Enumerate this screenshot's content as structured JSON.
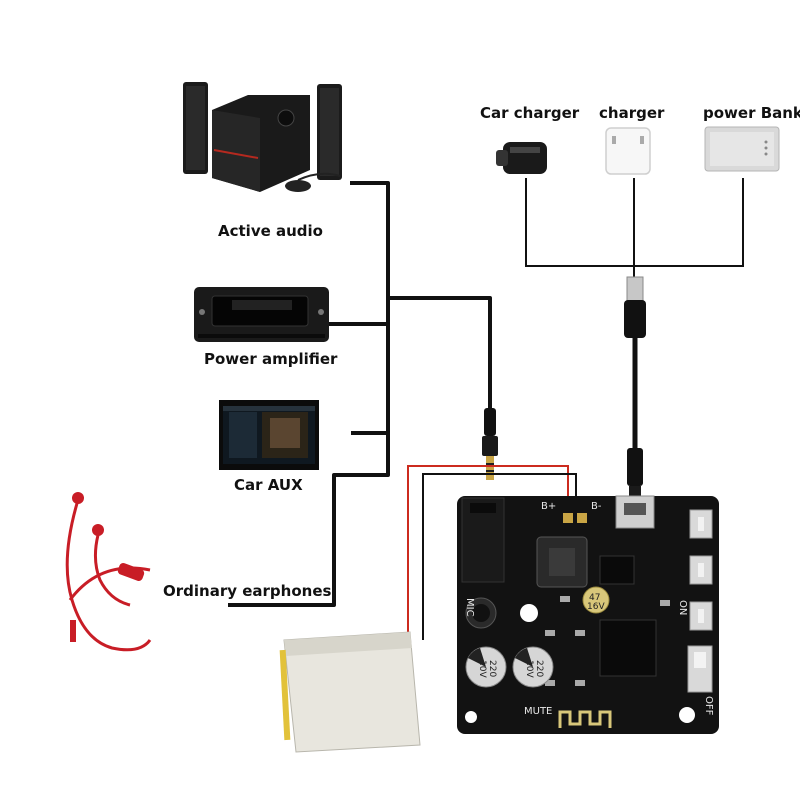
{
  "devices": {
    "active_audio": "Active audio",
    "power_amplifier": "Power amplifier",
    "car_aux": "Car AUX",
    "ordinary_earphones": "Ordinary earphones",
    "car_charger": "Car charger",
    "charger": "charger",
    "power_bank": "power Bank"
  },
  "board": {
    "b_plus": "B+",
    "b_minus": "B-",
    "mic": "MIC",
    "mute": "MUTE",
    "on": "ON",
    "off": "OFF",
    "cap_value": "220",
    "cap_voltage": "10V",
    "small_cap_value": "47",
    "small_cap_voltage": "16V"
  },
  "colors": {
    "wire": "#111111",
    "red_wire": "#cc2b1f",
    "pcb": "#121212",
    "earphone": "#c81d26"
  }
}
